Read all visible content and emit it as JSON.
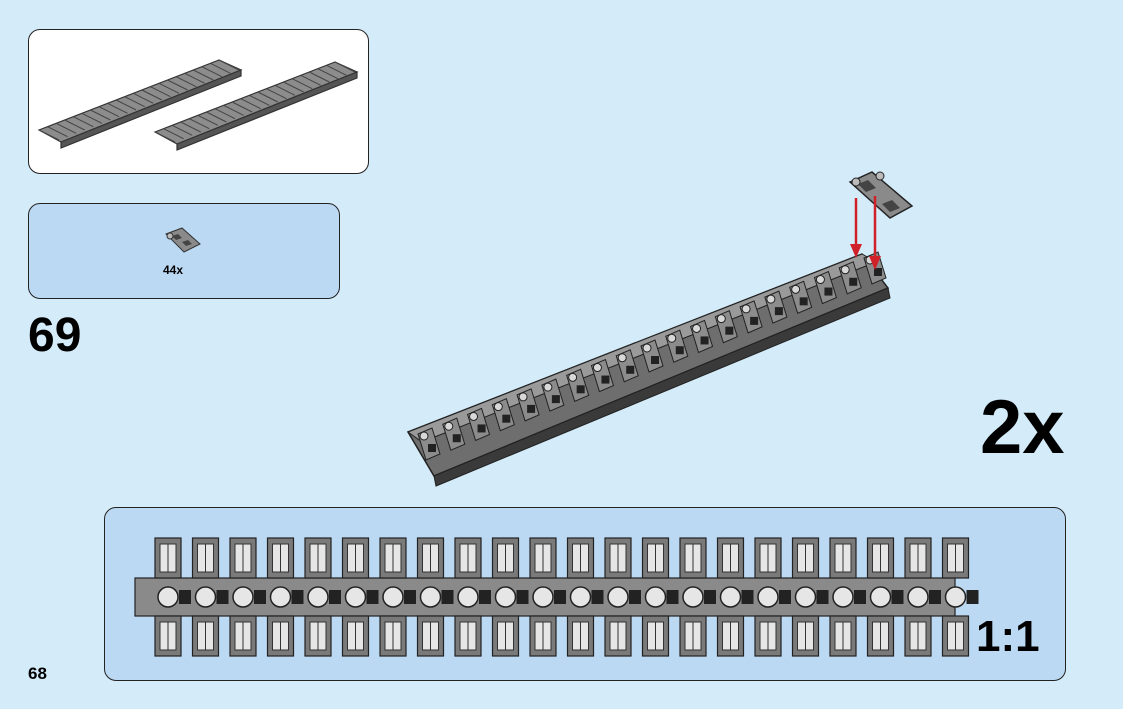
{
  "step": {
    "number": "69"
  },
  "parts_callout": {
    "quantity": "44x",
    "part_icon": "track-link-icon"
  },
  "multiplier": "2x",
  "scale_check": {
    "label": "1:1",
    "link_count": 22
  },
  "page_number": "68",
  "colors": {
    "background": "#d4ebf9",
    "callout": "#bcd9f3",
    "part_gray": "#8a8a8a",
    "part_dark": "#333333",
    "arrow": "#d0202a"
  }
}
